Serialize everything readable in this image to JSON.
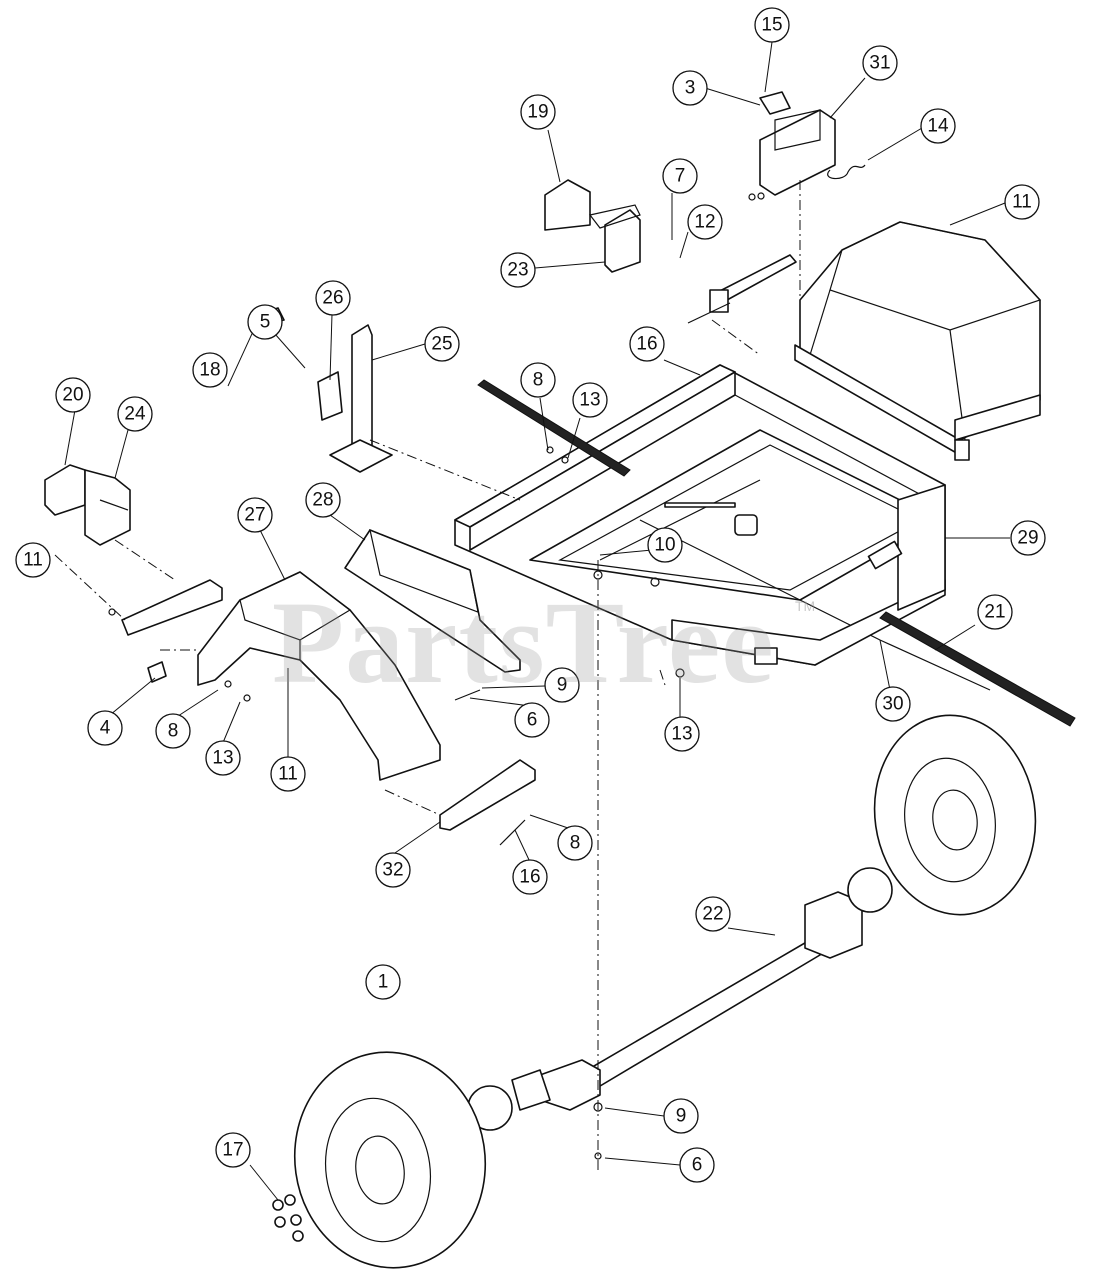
{
  "watermark": {
    "text": "PartsTree",
    "trademark": "TM"
  },
  "callouts": [
    {
      "label": "15"
    },
    {
      "label": "3"
    },
    {
      "label": "31"
    },
    {
      "label": "14"
    },
    {
      "label": "19"
    },
    {
      "label": "7"
    },
    {
      "label": "12"
    },
    {
      "label": "23"
    },
    {
      "label": "11"
    },
    {
      "label": "26"
    },
    {
      "label": "5"
    },
    {
      "label": "25"
    },
    {
      "label": "18"
    },
    {
      "label": "16"
    },
    {
      "label": "8"
    },
    {
      "label": "13"
    },
    {
      "label": "20"
    },
    {
      "label": "24"
    },
    {
      "label": "28"
    },
    {
      "label": "27"
    },
    {
      "label": "11"
    },
    {
      "label": "10"
    },
    {
      "label": "29"
    },
    {
      "label": "21"
    },
    {
      "label": "9"
    },
    {
      "label": "30"
    },
    {
      "label": "4"
    },
    {
      "label": "8"
    },
    {
      "label": "6"
    },
    {
      "label": "13"
    },
    {
      "label": "13"
    },
    {
      "label": "11"
    },
    {
      "label": "8"
    },
    {
      "label": "32"
    },
    {
      "label": "16"
    },
    {
      "label": "22"
    },
    {
      "label": "1"
    },
    {
      "label": "9"
    },
    {
      "label": "17"
    },
    {
      "label": "6"
    }
  ]
}
